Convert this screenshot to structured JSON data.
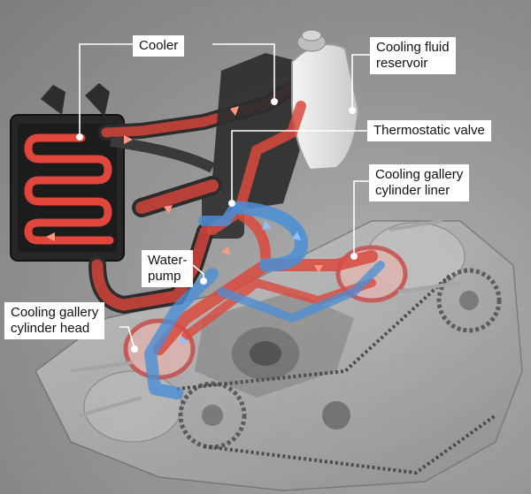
{
  "labels": {
    "cooler": "Cooler",
    "reservoir": [
      "Cooling fluid",
      "reservoir"
    ],
    "thermostatic_valve": "Thermostatic valve",
    "gallery_liner": [
      "Cooling gallery",
      "cylinder liner"
    ],
    "water_pump": [
      "Water-",
      "pump"
    ],
    "gallery_head": [
      "Cooling gallery",
      "cylinder head"
    ]
  },
  "colors": {
    "background": "#9a9a9a",
    "hot_coolant": "#d94a3e",
    "cool_coolant": "#4a8fd6",
    "radiator_body": "#2a2a2a",
    "callout_line": "#ffffff"
  }
}
